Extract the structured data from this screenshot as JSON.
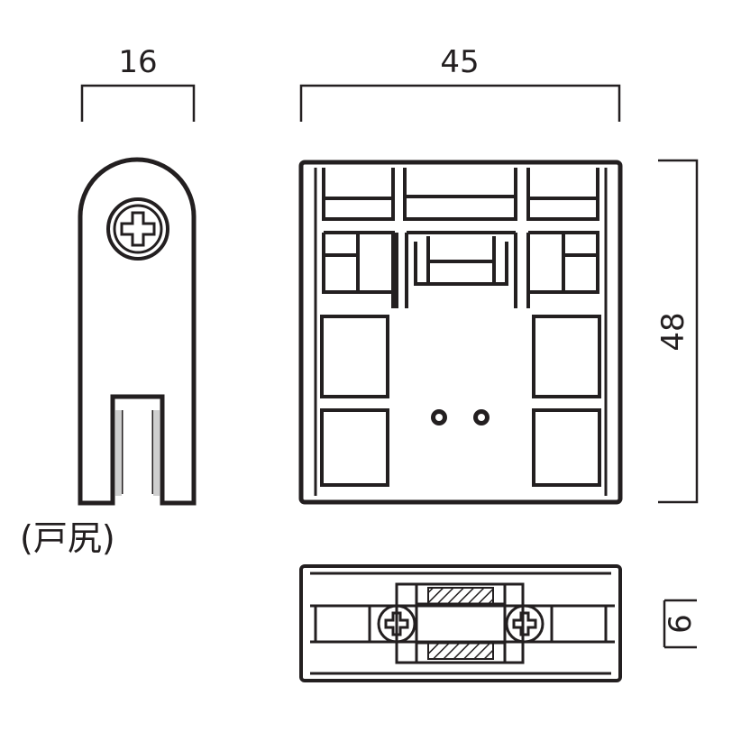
{
  "dimensions": {
    "side_width": "16",
    "front_width": "45",
    "front_height": "48",
    "bottom_height": "6"
  },
  "labels": {
    "side_view_label": "(戸尻)"
  },
  "colors": {
    "line": "#231f20",
    "background": "#ffffff",
    "hatch": "#231f20"
  }
}
